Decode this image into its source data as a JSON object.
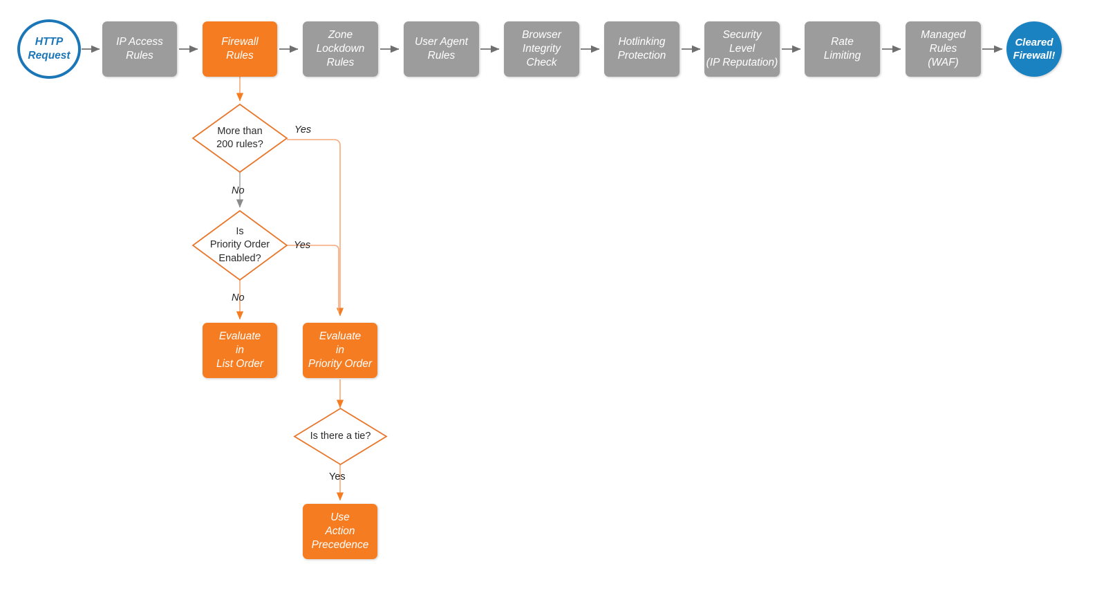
{
  "diagram": {
    "title": "Cloudflare firewall request evaluation order",
    "colors": {
      "gray_node": "#9c9c9c",
      "orange_node": "#f57c20",
      "orange_stroke": "#e8762a",
      "blue_stroke": "#1b76b8",
      "blue_fill": "#1b82c2",
      "gray_connector": "#808080",
      "orange_connector": "#f08a5d",
      "text_light": "#ffffff",
      "text_dark": "#2b2b2b"
    }
  },
  "pipeline": {
    "start": {
      "label": "HTTP\nRequest",
      "shape": "circle-open"
    },
    "steps": [
      {
        "label": "IP Access\nRules",
        "state": "inactive"
      },
      {
        "label": "Firewall\nRules",
        "state": "active"
      },
      {
        "label": "Zone\nLockdown\nRules",
        "state": "inactive"
      },
      {
        "label": "User Agent\nRules",
        "state": "inactive"
      },
      {
        "label": "Browser\nIntegrity\nCheck",
        "state": "inactive"
      },
      {
        "label": "Hotlinking\nProtection",
        "state": "inactive"
      },
      {
        "label": "Security\nLevel\n(IP Reputation)",
        "state": "inactive"
      },
      {
        "label": "Rate\nLimiting",
        "state": "inactive"
      },
      {
        "label": "Managed\nRules\n(WAF)",
        "state": "inactive"
      }
    ],
    "end": {
      "label": "Cleared\nFirewall!",
      "shape": "circle-fill"
    }
  },
  "branch": {
    "decisions": [
      {
        "id": "more-than-200-rules",
        "label": "More than\n200 rules?"
      },
      {
        "id": "is-priority-order-enabled",
        "label": "Is\nPriority Order\nEnabled?"
      },
      {
        "id": "is-there-a-tie",
        "label": "Is there a tie?"
      }
    ],
    "outcomes": [
      {
        "id": "evaluate-in-list-order",
        "label": "Evaluate\nin\nList Order"
      },
      {
        "id": "evaluate-in-priority-order",
        "label": "Evaluate\nin\nPriority Order"
      },
      {
        "id": "use-action-precedence",
        "label": "Use\nAction\nPrecedence"
      }
    ],
    "edge_labels": {
      "more_than_200_yes": "Yes",
      "more_than_200_no": "No",
      "priority_order_yes": "Yes",
      "priority_order_no": "No",
      "tie_yes": "Yes"
    }
  }
}
